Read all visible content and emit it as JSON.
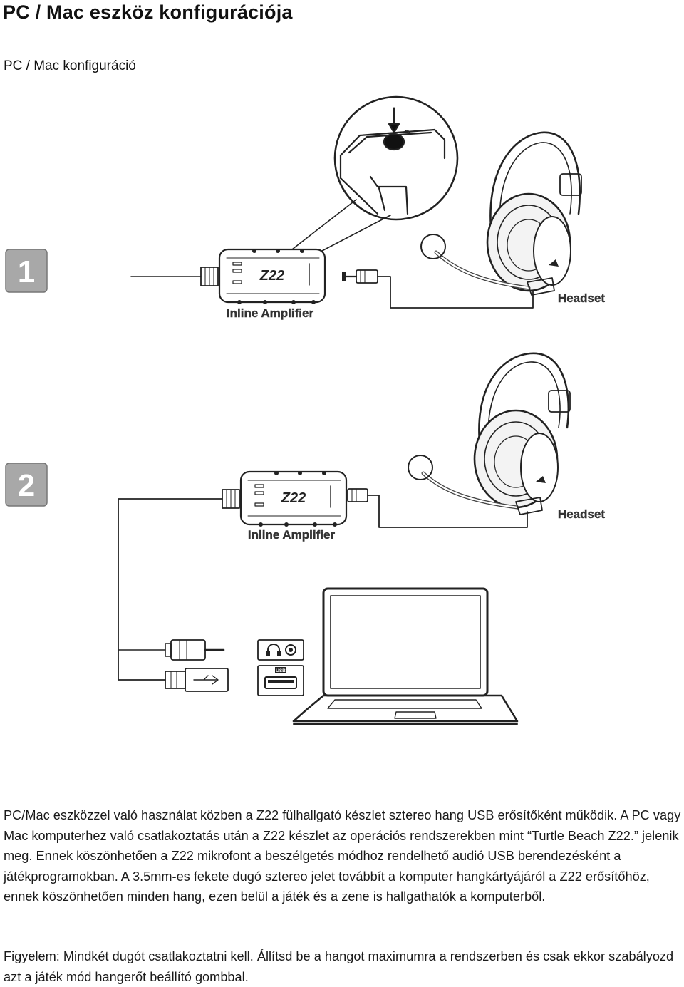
{
  "page": {
    "title": "PC / Mac eszköz konfigurációja",
    "subtitle": "PC / Mac konfiguráció"
  },
  "figure": {
    "step1_number": "1",
    "step2_number": "2",
    "amp_label": "Inline Amplifier",
    "headset_label": "Headset",
    "amp_brand": "Z22",
    "usb_port_label": "USB"
  },
  "body": {
    "paragraph1": "PC/Mac eszközzel való használat közben a Z22 fülhallgató készlet sztereo hang USB erősítőként működik. A PC vagy Mac komputerhez való csatlakoztatás után a Z22 készlet az operációs rendszerekben mint “Turtle Beach Z22.” jelenik meg. Ennek köszönhetően a Z22 mikrofont a beszélgetés módhoz rendelhető audió USB berendezésként a játékprogramokban. A 3.5mm-es fekete dugó sztereo jelet továbbít a komputer hangkártyájáról a Z22 erősítőhöz, ennek köszönhetően minden hang, ezen belül a játék és a zene is hallgathatók a komputerből.",
    "paragraph2": "Figyelem: Mindkét dugót csatlakoztatni kell. Állítsd be a hangot maximumra a rendszerben és csak ekkor szabályozd azt a játék mód hangerőt beállító gombbal."
  }
}
